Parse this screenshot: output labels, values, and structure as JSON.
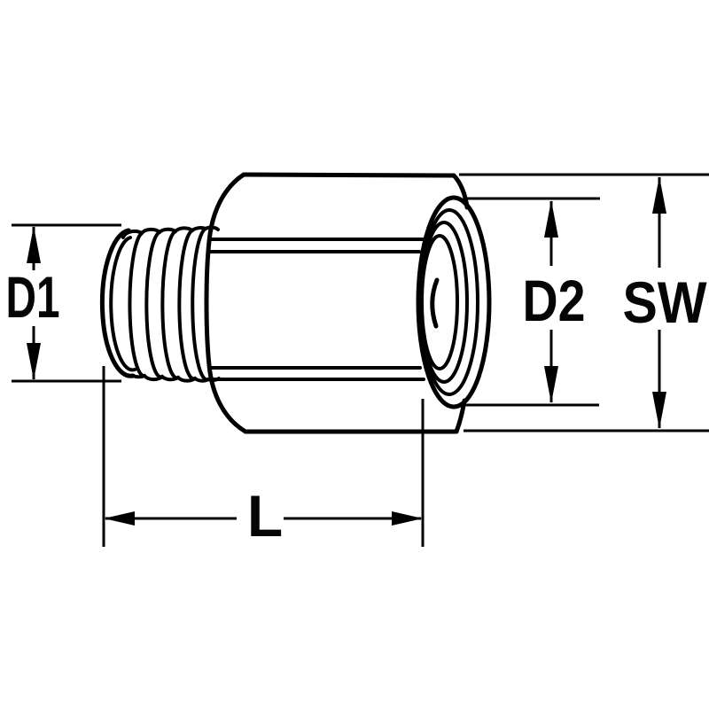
{
  "page": {
    "background": "#ffffff"
  },
  "drawing": {
    "stroke_color": "#000000",
    "labels": {
      "d1": "D1",
      "d2": "D2",
      "sw": "SW",
      "l": "L"
    }
  }
}
